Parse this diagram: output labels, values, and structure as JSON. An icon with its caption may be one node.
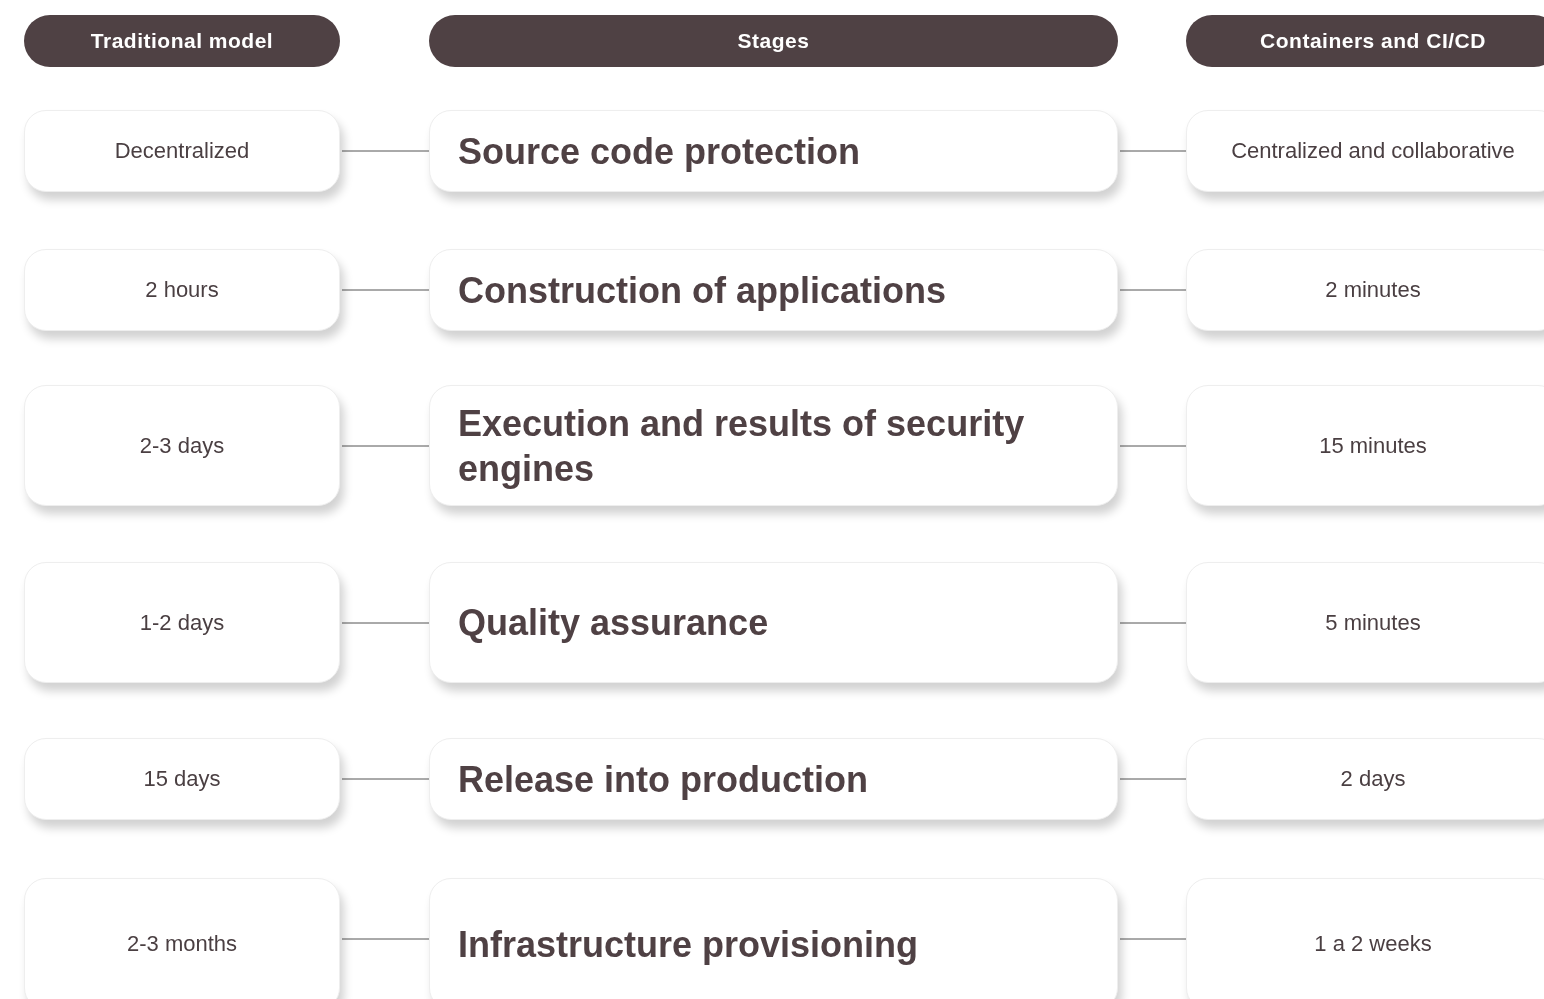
{
  "diagram": {
    "nodes": [
      {
        "text": [
          "Traditional model"
        ]
      },
      {
        "text": [
          "Stages"
        ]
      },
      {
        "text": [
          "Containers and CI/CD"
        ]
      },
      {
        "text": [
          "Decentralized"
        ]
      },
      {
        "text": [
          "Source code protection"
        ]
      },
      {
        "text": [
          "Centralized and collaborative"
        ]
      },
      {
        "text": [
          "2 hours"
        ]
      },
      {
        "text": [
          "Construction of applications"
        ]
      },
      {
        "text": [
          "2 minutes"
        ]
      },
      {
        "text": [
          "2-3 days"
        ]
      },
      {
        "text": [
          "Execution and results of security engines"
        ]
      },
      {
        "text": [
          "15 minutes"
        ]
      },
      {
        "text": [
          "1-2 days"
        ]
      },
      {
        "text": [
          "Quality assurance"
        ]
      },
      {
        "text": [
          "5 minutes"
        ]
      },
      {
        "text": [
          "15 days"
        ]
      },
      {
        "text": [
          "Release into production"
        ]
      },
      {
        "text": [
          "2 days"
        ]
      },
      {
        "text": [
          "2-3 months"
        ]
      },
      {
        "text": [
          "Infrastructure provisioning"
        ]
      },
      {
        "text": [
          "1 a 2 weeks"
        ]
      }
    ],
    "edges": [
      {
        "from": 3,
        "to": 4,
        "arrow": "none"
      },
      {
        "from": 4,
        "to": 5,
        "arrow": "none"
      },
      {
        "from": 6,
        "to": 7,
        "arrow": "none"
      },
      {
        "from": 7,
        "to": 8,
        "arrow": "none"
      },
      {
        "from": 9,
        "to": 10,
        "arrow": "none"
      },
      {
        "from": 10,
        "to": 11,
        "arrow": "none"
      },
      {
        "from": 12,
        "to": 13,
        "arrow": "none"
      },
      {
        "from": 13,
        "to": 14,
        "arrow": "none"
      },
      {
        "from": 15,
        "to": 16,
        "arrow": "none"
      },
      {
        "from": 16,
        "to": 17,
        "arrow": "none"
      },
      {
        "from": 18,
        "to": 19,
        "arrow": "none"
      },
      {
        "from": 19,
        "to": 20,
        "arrow": "none"
      }
    ]
  }
}
